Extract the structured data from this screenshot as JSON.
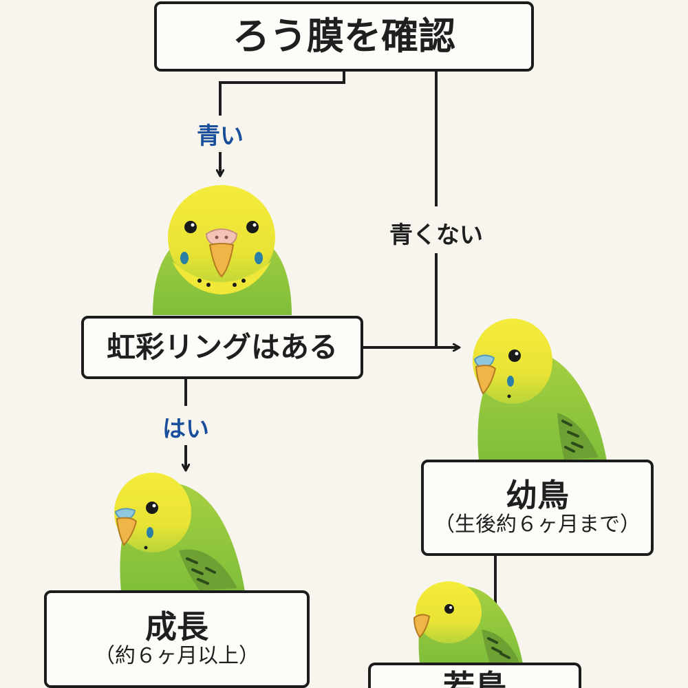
{
  "nodes": {
    "root": {
      "title": "ろう膜を確認"
    },
    "iris": {
      "title": "虹彩リングはある"
    },
    "juvenile": {
      "title": "幼鳥",
      "subtitle": "（生後約６ヶ月まで）"
    },
    "adult": {
      "title": "成長",
      "subtitle": "（約６ヶ月以上）"
    },
    "bottom": {
      "title": "若鳥"
    }
  },
  "edges": {
    "blue": "青い",
    "not_blue": "青くない",
    "yes": "はい"
  },
  "colors": {
    "line": "#1c1c1c",
    "accent_label": "#1a4f9c",
    "bird_green": "#8cc63f",
    "bird_yellow": "#f2e93a",
    "background": "#f8f5ee"
  }
}
